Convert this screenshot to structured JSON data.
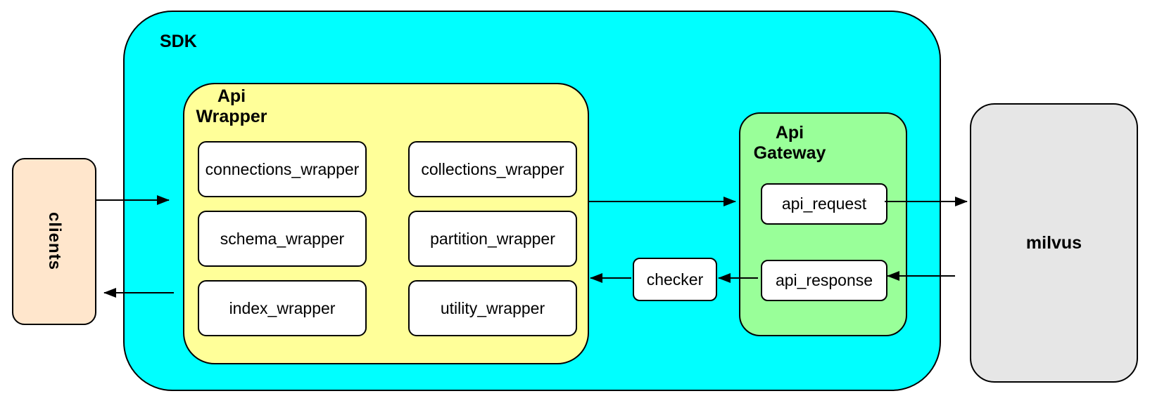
{
  "colors": {
    "sdk-fill": "#00FFFF",
    "wrapper-fill": "#FFFF99",
    "gateway-fill": "#99FF99",
    "clients-fill": "#FFE6CC",
    "milvus-fill": "#E6E6E6",
    "node-fill": "#FFFFFF",
    "line": "#000000"
  },
  "nodes": {
    "clients": "clients",
    "milvus": "milvus",
    "checker": "checker",
    "sdk_label": "SDK",
    "api_wrapper_label_line1": "Api",
    "api_wrapper_label_line2": "Wrapper",
    "api_gateway_label_line1": "Api",
    "api_gateway_label_line2": "Gateway",
    "wrapper_boxes": [
      "connections_wrapper",
      "collections_wrapper",
      "schema_wrapper",
      "partition_wrapper",
      "index_wrapper",
      "utility_wrapper"
    ],
    "gateway_boxes": [
      "api_request",
      "api_response"
    ]
  },
  "edges": [
    {
      "from": "clients",
      "to": "sdk"
    },
    {
      "from": "api_wrapper",
      "to": "api_gateway"
    },
    {
      "from": "api_request",
      "to": "milvus"
    },
    {
      "from": "milvus",
      "to": "api_response"
    },
    {
      "from": "api_response",
      "to": "checker"
    },
    {
      "from": "checker",
      "to": "api_wrapper"
    },
    {
      "from": "sdk",
      "to": "clients"
    }
  ]
}
